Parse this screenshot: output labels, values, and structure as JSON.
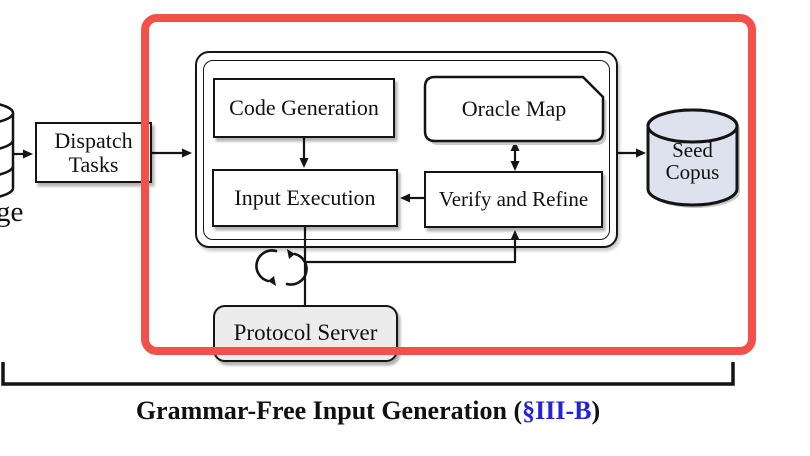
{
  "diagram": {
    "left_side": {
      "storage_label_fragment": "ge",
      "dispatch_box": {
        "line1": "Dispatch",
        "line2": "Tasks"
      }
    },
    "pipeline": {
      "code_generation": "Code Generation",
      "oracle_map": "Oracle Map",
      "input_execution": "Input Execution",
      "verify_refine": "Verify and Refine"
    },
    "protocol_server": "Protocol Server",
    "seed_corpus": {
      "line1": "Seed",
      "line2": "Copus"
    },
    "caption": {
      "prefix": "Grammar-Free Input Generation (",
      "section_ref": "§III-B",
      "suffix": ")"
    },
    "colors": {
      "highlight_red": "#f25049",
      "seed_fill": "#dde2ee",
      "server_fill": "#ececec",
      "section_blue": "#2323d9",
      "ink": "#141414"
    },
    "icons": {
      "left_database": "database-icon",
      "seed_database": "database-icon",
      "cycle": "cycle-arrows-icon"
    }
  }
}
